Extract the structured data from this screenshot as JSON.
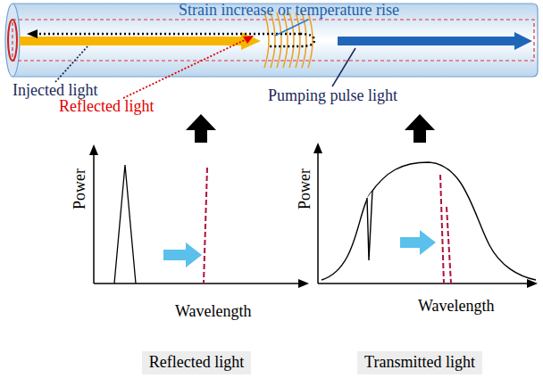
{
  "diagram": {
    "nodes": [
      {
        "text": [
          "Reflected light"
        ]
      },
      {
        "text": [
          "Transmitted light"
        ]
      }
    ],
    "labels": [
      "Strain increase or temperature rise",
      "Injected light",
      "Reflected light",
      "Pumping pulse light",
      "Power",
      "Wavelength",
      "Power",
      "Wavelength"
    ]
  }
}
